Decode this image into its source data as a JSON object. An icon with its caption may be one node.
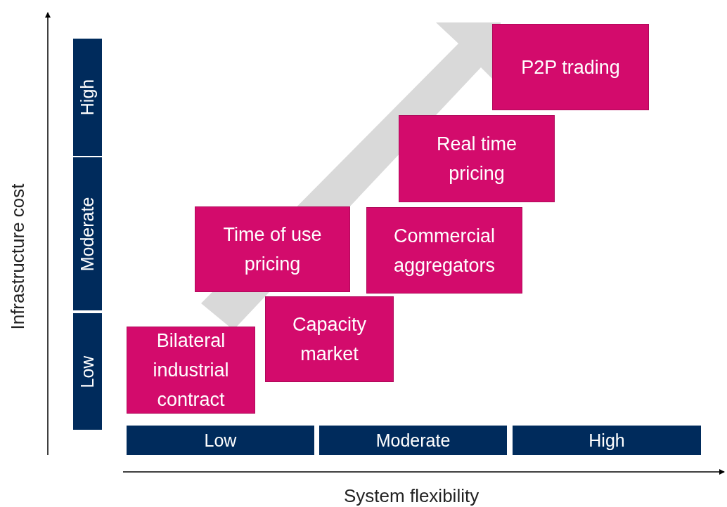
{
  "diagram": {
    "nodes": [
      {
        "text": [
          "High"
        ]
      },
      {
        "text": [
          "Moderate"
        ]
      },
      {
        "text": [
          "Low"
        ]
      },
      {
        "text": [
          "P2P trading"
        ]
      },
      {
        "text": [
          "Real time pricing"
        ]
      },
      {
        "text": [
          "Time of use pricing"
        ]
      },
      {
        "text": [
          "Commercial aggregators"
        ]
      },
      {
        "text": [
          "Capacity market"
        ]
      },
      {
        "text": [
          "Bilateral industrial contract"
        ]
      },
      {
        "text": [
          "Low"
        ]
      },
      {
        "text": [
          "Moderate"
        ]
      },
      {
        "text": [
          "High"
        ]
      }
    ],
    "labels": [
      "Infrastructure cost",
      "System flexibility"
    ]
  }
}
